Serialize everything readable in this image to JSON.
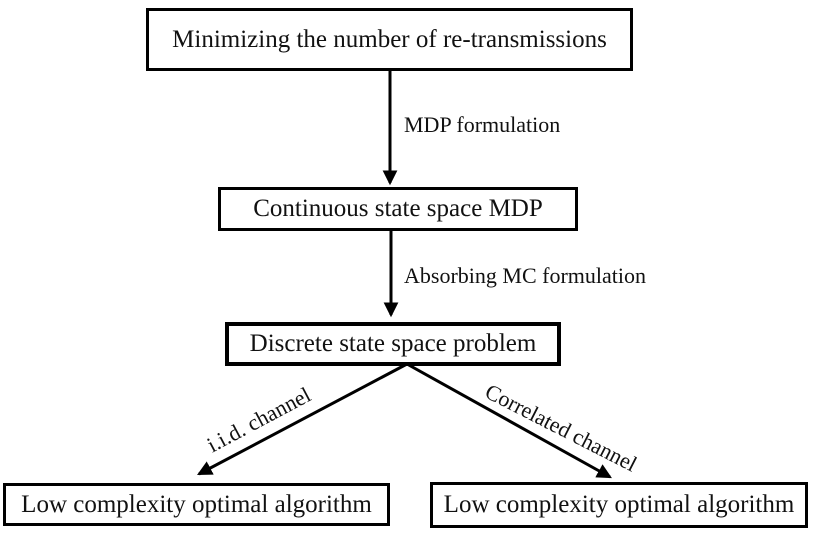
{
  "flowchart": {
    "nodes": [
      {
        "id": "minimize",
        "label": "Minimizing the number of re-transmissions"
      },
      {
        "id": "continuous",
        "label": "Continuous state space MDP"
      },
      {
        "id": "discrete",
        "label": "Discrete state space problem"
      },
      {
        "id": "algo-left",
        "label": "Low complexity optimal algorithm"
      },
      {
        "id": "algo-right",
        "label": "Low complexity optimal algorithm"
      }
    ],
    "edges": [
      {
        "from": "minimize",
        "to": "continuous",
        "label": "MDP formulation"
      },
      {
        "from": "continuous",
        "to": "discrete",
        "label": "Absorbing MC formulation"
      },
      {
        "from": "discrete",
        "to": "algo-left",
        "label": "i.i.d. channel"
      },
      {
        "from": "discrete",
        "to": "algo-right",
        "label": "Correlated channel"
      }
    ],
    "colors": {
      "line": "#000000",
      "background": "#ffffff",
      "text": "#111111"
    }
  }
}
